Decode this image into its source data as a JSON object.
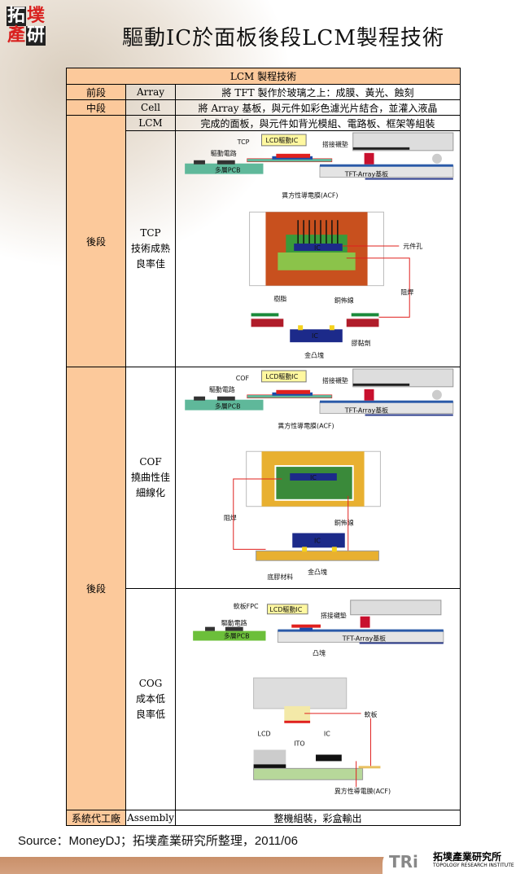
{
  "header": {
    "logo": "拓墣產研",
    "title": "驅動IC於面板後段LCM製程技術"
  },
  "table": {
    "title": "LCM 製程技術",
    "rows": [
      {
        "stage": "前段",
        "process": "Array",
        "desc": "將 TFT 製作於玻璃之上：成膜、黃光、蝕刻"
      },
      {
        "stage": "中段",
        "process": "Cell",
        "desc": "將 Array 基板，與元件如彩色濾光片結合，並灌入液晶"
      },
      {
        "stage": "後段",
        "process": "LCM",
        "desc": "完成的面板，與元件如背光模組、電路板、框架等組裝"
      },
      {
        "stage": "",
        "process": "TCP",
        "process_lines": [
          "TCP",
          "技術成熟",
          "良率佳"
        ]
      },
      {
        "stage": "後段",
        "process": "COF",
        "process_lines": [
          "COF",
          "撓曲性佳",
          "細線化"
        ]
      },
      {
        "stage": "",
        "process": "COG",
        "process_lines": [
          "COG",
          "成本低",
          "良率低"
        ]
      },
      {
        "stage": "系統代工廠",
        "process": "Assembly",
        "desc": "整機組裝，彩盒輸出"
      }
    ]
  },
  "diagrams": {
    "tcp": {
      "ic_label": "LCD驅動IC",
      "film": "TCP",
      "circuit": "驅動電路",
      "pcb": "多層PCB",
      "pad": "搭接襯墊",
      "substrate": "TFT-Array基板",
      "acf": "異方性導電膜(ACF)",
      "ic": "IC",
      "hole": "元件孔",
      "solder": "阻焊",
      "resin": "樹脂",
      "copper": "銅佈線",
      "ic2": "IC",
      "bump": "金凸塊",
      "adhesive": "膠黏劑"
    },
    "cof": {
      "ic_label": "LCD驅動IC",
      "film": "COF",
      "circuit": "驅動電路",
      "pcb": "多層PCB",
      "pad": "搭接襯墊",
      "substrate": "TFT-Array基板",
      "acf": "異方性導電膜(ACF)",
      "ic": "IC",
      "solder": "阻焊",
      "copper": "銅佈線",
      "ic2": "IC",
      "underfill": "底膠材料",
      "bump": "金凸塊"
    },
    "cog": {
      "fpc": "軟板FPC",
      "ic_label": "LCD驅動IC",
      "circuit": "驅動電路",
      "pcb": "多層PCB",
      "pad": "搭接襯墊",
      "substrate": "TFT-Array基板",
      "bump": "凸塊",
      "flex": "軟板",
      "ic": "IC",
      "lcd": "LCD",
      "ito": "ITO",
      "acf": "異方性導電膜(ACF)"
    }
  },
  "footer": {
    "source": "Source：MoneyDJ；拓墣產業研究所整理，2011/06",
    "brand_mark": "TRi",
    "brand_cn": "拓墣產業研究所",
    "brand_en": "TOPOLOGY RESEARCH INSTITUTE"
  },
  "colors": {
    "header_fill": "#fcc99b",
    "accent_red": "#e0201e",
    "ic_blue": "#1c2a8a"
  }
}
